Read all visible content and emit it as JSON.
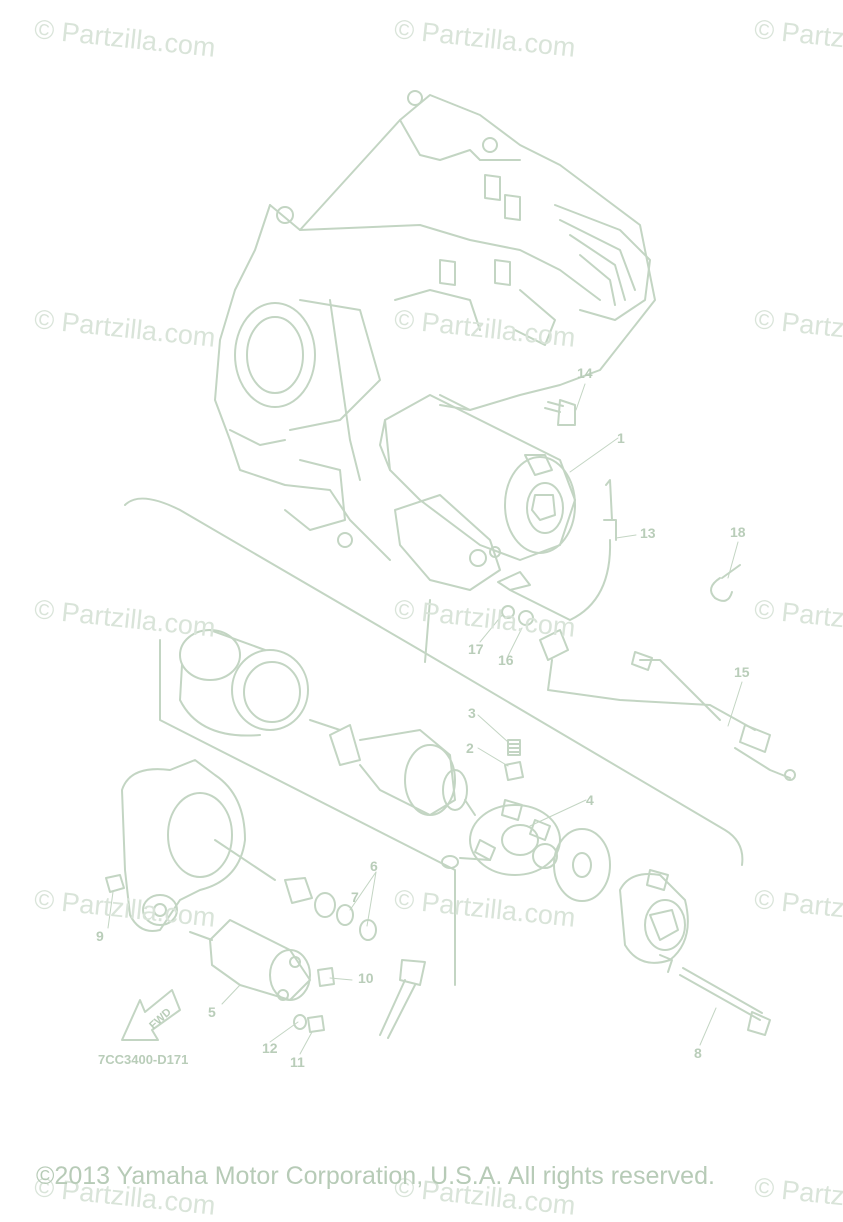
{
  "watermark_text": "© Partzilla.com",
  "drawing_code": "7CC3400-D171",
  "fwd_label": "FWD",
  "copyright": "©2013 Yamaha Motor Corporation, U.S.A. All rights reserved.",
  "callouts": {
    "c1": "1",
    "c2": "2",
    "c3": "3",
    "c4": "4",
    "c5": "5",
    "c6": "6",
    "c7": "7",
    "c8": "8",
    "c9": "9",
    "c10": "10",
    "c11": "11",
    "c12": "12",
    "c13": "13",
    "c14": "14",
    "c15": "15",
    "c16": "16",
    "c17": "17",
    "c18": "18"
  },
  "colors": {
    "line": "#c3d5c3",
    "text": "#b9cdb9",
    "watermark": "#d9e4d9"
  }
}
